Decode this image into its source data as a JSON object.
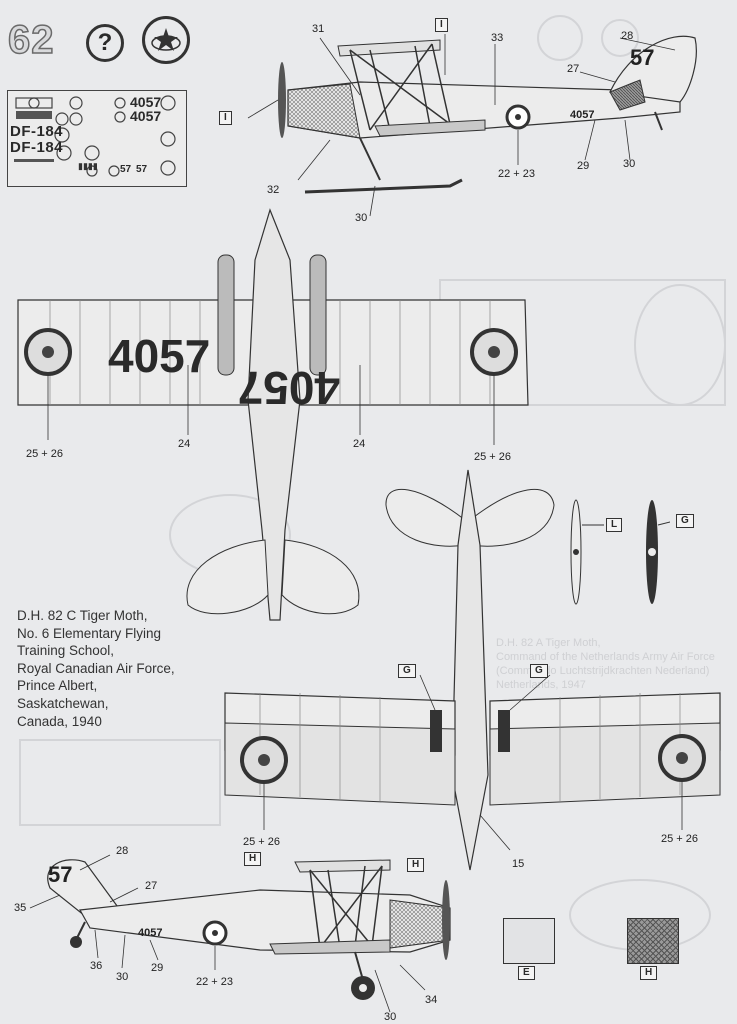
{
  "page": {
    "number": "62"
  },
  "header_icons": {
    "help": "?",
    "roundel": "roundel-icon"
  },
  "decal_sheet": {
    "codes": [
      "DF-184",
      "DF-184"
    ],
    "serials": [
      "4057",
      "4057"
    ],
    "tail_codes": [
      "57",
      "57"
    ]
  },
  "caption": {
    "lines": [
      "D.H. 82 C Tiger Moth,",
      "No. 6 Elementary Flying",
      "Training School,",
      "Royal Canadian Air Force,",
      "Prince Albert,",
      "Saskatchewan,",
      "Canada, 1940"
    ]
  },
  "ghost_caption": {
    "lines": [
      "D.H. 82 A Tiger Moth,",
      "Command of the Netherlands Army Air Force",
      "(Commando Luchtstrijdkrachten Nederland)",
      "Netherlands, 1947"
    ]
  },
  "markings": {
    "wing_serial_left": "4057",
    "wing_serial_right": "4057",
    "fuselage_serial": "4057",
    "tail_code": "57"
  },
  "color_tags": {
    "I": "I",
    "L": "L",
    "G": "G",
    "H": "H",
    "E": "E"
  },
  "callouts": {
    "top_31": "31",
    "top_33": "33",
    "top_28": "28",
    "top_27": "27",
    "top_29": "29",
    "top_30": "30",
    "top_32": "32",
    "top_30b": "30",
    "top_22_23": "22 + 23",
    "wing_25_26_left": "25 + 26",
    "wing_24_left": "24",
    "wing_24_right": "24",
    "wing_25_26_right": "25 + 26",
    "under_25_26_left": "25 + 26",
    "under_15": "15",
    "under_25_26_right": "25 + 26",
    "bot_28": "28",
    "bot_27": "27",
    "bot_35": "35",
    "bot_36": "36",
    "bot_30": "30",
    "bot_29": "29",
    "bot_22_23": "22 + 23",
    "bot_34": "34",
    "bot_30b": "30"
  }
}
